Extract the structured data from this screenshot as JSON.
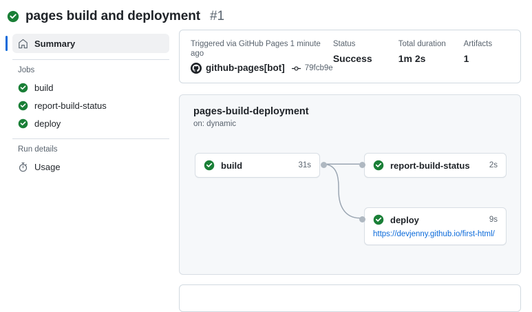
{
  "header": {
    "status_icon": "check-circle-icon",
    "title": "pages build and deployment",
    "run_number": "#1"
  },
  "sidebar": {
    "summary": {
      "label": "Summary",
      "icon": "home-icon"
    },
    "jobs_group_label": "Jobs",
    "jobs": [
      {
        "label": "build",
        "icon": "check-circle-icon"
      },
      {
        "label": "report-build-status",
        "icon": "check-circle-icon"
      },
      {
        "label": "deploy",
        "icon": "check-circle-icon"
      }
    ],
    "run_details_group_label": "Run details",
    "run_details": [
      {
        "label": "Usage",
        "icon": "stopwatch-icon"
      }
    ]
  },
  "info": {
    "trigger_label": "Triggered via GitHub Pages 1 minute ago",
    "actor": "github-pages[bot]",
    "actor_icon": "github-avatar-icon",
    "commit_icon": "commit-icon",
    "commit_sha": "79fcb9e",
    "status_label": "Status",
    "status_value": "Success",
    "duration_label": "Total duration",
    "duration_value": "1m 2s",
    "artifacts_label": "Artifacts",
    "artifacts_value": "1"
  },
  "workflow": {
    "name": "pages-build-deployment",
    "trigger": "on: dynamic",
    "nodes": [
      {
        "name": "build",
        "duration": "31s",
        "icon": "check-circle-icon"
      },
      {
        "name": "report-build-status",
        "duration": "2s",
        "icon": "check-circle-icon"
      },
      {
        "name": "deploy",
        "duration": "9s",
        "icon": "check-circle-icon",
        "url": "https://devjenny.github.io/first-html/"
      }
    ]
  },
  "colors": {
    "success_green": "#1a7f37",
    "link_blue": "#0969da",
    "accent_blue": "#0969da",
    "muted_text": "#59636e"
  }
}
